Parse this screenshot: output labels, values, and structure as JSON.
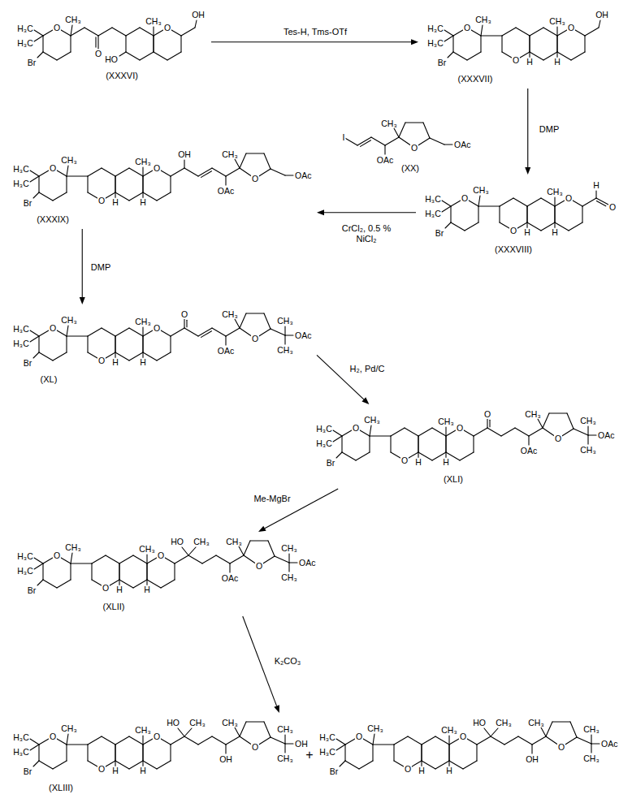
{
  "diagram": {
    "nodes": [
      {
        "text": [
          "H₃C",
          "H₃C",
          "CH₃",
          "Br",
          "O",
          "O",
          "HO",
          "CH₃",
          "O",
          "OH",
          "(XXXVI)"
        ]
      },
      {
        "text": [
          "H₃C",
          "H₃C",
          "CH₃",
          "Br",
          "O",
          "O",
          "H",
          "CH₃",
          "O",
          "H",
          "OH",
          "(XXXVII)"
        ]
      },
      {
        "text": [
          "H₃C",
          "H₃C",
          "CH₃",
          "Br",
          "O",
          "O",
          "H",
          "CH₃",
          "O",
          "H",
          "H",
          "O",
          "(XXXVIII)"
        ]
      },
      {
        "text": [
          "I",
          "OAc",
          "CH₃",
          "O",
          "OAc",
          "(XX)"
        ]
      },
      {
        "text": [
          "H₃C",
          "H₃C",
          "CH₃",
          "Br",
          "O",
          "O",
          "H",
          "CH₃",
          "O",
          "H",
          "OH",
          "OAc",
          "CH₃",
          "O",
          "OAc",
          "(XXXIX)"
        ]
      },
      {
        "text": [
          "H₃C",
          "H₃C",
          "CH₃",
          "Br",
          "O",
          "O",
          "H",
          "CH₃",
          "O",
          "H",
          "O",
          "OAc",
          "CH₃",
          "O",
          "CH₃",
          "OAc",
          "CH₃",
          "(XL)"
        ]
      },
      {
        "text": [
          "H₃C",
          "H₃C",
          "CH₃",
          "Br",
          "O",
          "O",
          "H",
          "CH₃",
          "O",
          "H",
          "O",
          "OAc",
          "CH₃",
          "O",
          "CH₃",
          "OAc",
          "CH₃",
          "(XLI)"
        ]
      },
      {
        "text": [
          "H₃C",
          "H₃C",
          "CH₃",
          "Br",
          "O",
          "O",
          "H",
          "CH₃",
          "O",
          "H",
          "HO",
          "CH₃",
          "OAc",
          "CH₃",
          "O",
          "CH₃",
          "OAc",
          "CH₃",
          "(XLII)"
        ]
      },
      {
        "text": [
          "H₃C",
          "H₃C",
          "CH₃",
          "Br",
          "O",
          "O",
          "H",
          "CH₃",
          "O",
          "H",
          "HO",
          "CH₃",
          "OH",
          "CH₃",
          "O",
          "CH₃",
          "OH",
          "CH₃",
          "(XLIII)"
        ]
      },
      {
        "text": [
          "H₃C",
          "H₃C",
          "CH₃",
          "Br",
          "O",
          "O",
          "H",
          "CH₃",
          "O",
          "H",
          "HO",
          "CH₃",
          "OH",
          "CH₃",
          "O",
          "CH₃",
          "OAc",
          "CH₃"
        ]
      }
    ],
    "edges": [
      {
        "from": 0,
        "to": 1,
        "arrow": "to",
        "label": "Tes-H, Tms-OTf"
      },
      {
        "from": 1,
        "to": 2,
        "arrow": "to",
        "label": "DMP"
      },
      {
        "from": 2,
        "to": 4,
        "arrow": "to",
        "label": "CrCl₂, 0.5 % NiCl₂"
      },
      {
        "from": 4,
        "to": 5,
        "arrow": "to",
        "label": "DMP"
      },
      {
        "from": 5,
        "to": 6,
        "arrow": "to",
        "label": "H₂, Pd/C"
      },
      {
        "from": 6,
        "to": 7,
        "arrow": "to",
        "label": "Me-MgBr"
      },
      {
        "from": 7,
        "to": 8,
        "arrow": "to",
        "label": "K₂CO₃"
      }
    ],
    "labels": [
      "+"
    ]
  }
}
